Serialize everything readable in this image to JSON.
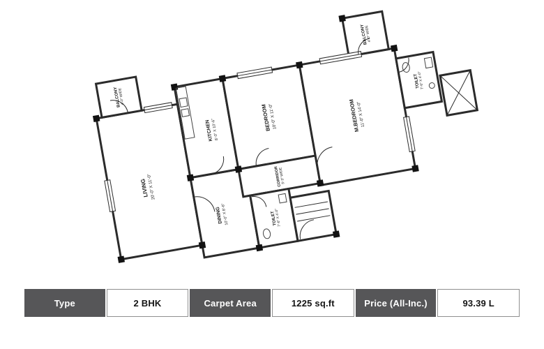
{
  "plan": {
    "rooms": [
      {
        "name": "LIVING",
        "dim": "20'-0\" X 11'-0\""
      },
      {
        "name": "DINING",
        "dim": "10'-0\" X 8'-6\""
      },
      {
        "name": "KITCHEN",
        "dim": "8'-0\" X 10'-6\""
      },
      {
        "name": "BEDROOM",
        "dim": "10'-0\" X 11'-0\""
      },
      {
        "name": "M.BEDROOM",
        "dim": "11'-0\" X 14'-0\""
      },
      {
        "name": "TOILET",
        "dim": "7'-6\" X 4'-0\""
      },
      {
        "name": "TOILET",
        "dim": "7'-6\" X 4'-0\""
      },
      {
        "name": "BALCONY",
        "dim": "4'-0\" WIDE"
      },
      {
        "name": "BALCONY",
        "dim": "4'-0\" WIDE"
      },
      {
        "name": "CORRIDOR",
        "dim": "3'-3\" WIDE"
      }
    ]
  },
  "table": {
    "cells": [
      {
        "label": "Type",
        "value": "2 BHK"
      },
      {
        "label": "Carpet Area",
        "value": "1225 sq.ft"
      },
      {
        "label": "Price (All-Inc.)",
        "value": "93.39 L"
      }
    ]
  },
  "colors": {
    "table_dark": "#565658",
    "line": "#2b2b2b",
    "background": "#ffffff"
  }
}
